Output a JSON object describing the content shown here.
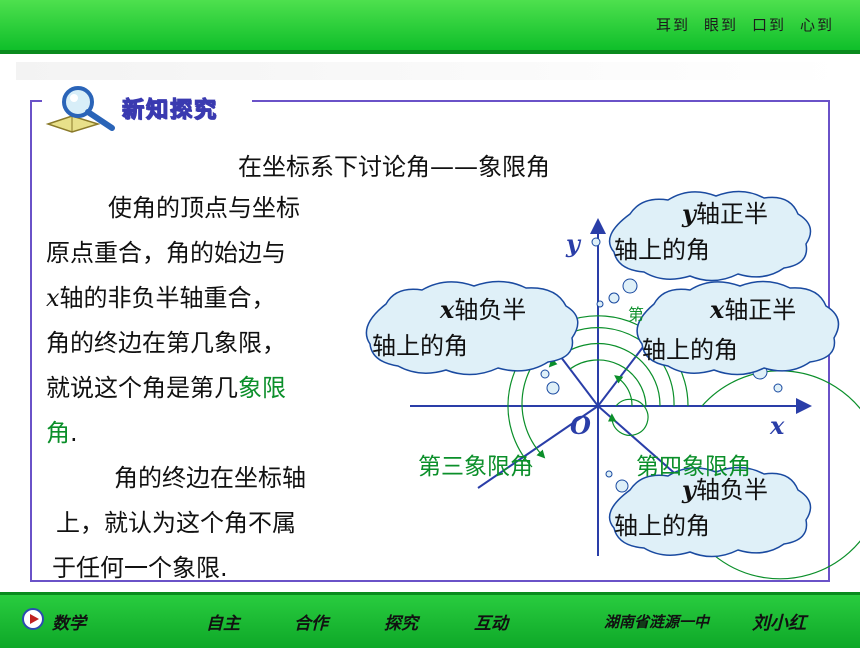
{
  "header": {
    "motto": [
      "耳到",
      "眼到",
      "口到",
      "心到"
    ]
  },
  "section": {
    "badge_title": "新知探究",
    "title": "在坐标系下讨论角——象限角"
  },
  "para1": {
    "l1": "使角的顶点与坐标",
    "l2": "原点重合，角的始边与",
    "l3_var": "x",
    "l3_rest": "轴的非负半轴重合，",
    "l4": "角的终边在第几象限，",
    "l5_a": "就说这个角是第几",
    "l5_b": "象限",
    "l6_a": "角",
    "l6_b": "."
  },
  "para2": {
    "l1": "角的终边在坐标轴",
    "l2": "上，就认为这个角不属",
    "l3": "于任何一个象限."
  },
  "diagram": {
    "axis_y": "y",
    "axis_x": "x",
    "origin": "O",
    "q3": "第三象限角",
    "q4": "第四象限角",
    "partial": "第",
    "cloud_y_pos": {
      "var": "y",
      "l1": "轴正半",
      "l2": "轴上的角"
    },
    "cloud_x_neg": {
      "var": "x",
      "l1": "轴负半",
      "l2": "轴上的角"
    },
    "cloud_x_pos": {
      "var": "x",
      "l1": "轴正半",
      "l2": "轴上的角"
    },
    "cloud_y_neg": {
      "var": "y",
      "l1": "轴负半",
      "l2": "轴上的角"
    },
    "colors": {
      "cloud_fill": "#dff0f8",
      "cloud_stroke": "#1a4aa0",
      "axis": "#2a3ea8",
      "green": "#0b8f2a"
    }
  },
  "footer": {
    "subject": "数学",
    "nav": [
      "自主",
      "合作",
      "探究",
      "互动"
    ],
    "school": "湖南省涟源一中",
    "author": "刘小红"
  }
}
